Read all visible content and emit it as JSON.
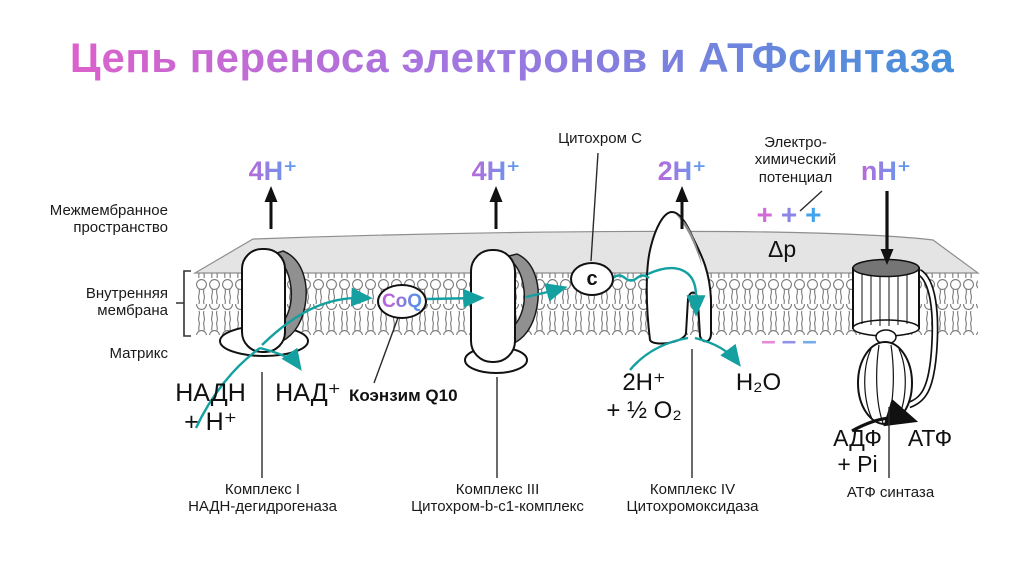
{
  "title": "Цепь переноса электронов и АТФсинтаза",
  "colors": {
    "title_gradient": [
      "#e35ec9",
      "#a276e0",
      "#3c93da"
    ],
    "electron_arrow_teal": "#14a0a1",
    "plus_pink": "#d36ad8",
    "plus_purple": "#8b84e9",
    "plus_blue": "#41a3ee",
    "membrane_gray": "#e4e4e4"
  },
  "membrane_labels": {
    "intermembrane_space": "Межмембранное пространство",
    "inner_membrane": "Внутренняя мембрана",
    "matrix": "Матрикс"
  },
  "proton_flows": {
    "complex1": "4H⁺",
    "complex3": "4H⁺",
    "complex4": "2H⁺",
    "atp_synthase": "nH⁺"
  },
  "cytochrome_c_label": "Цитохром C",
  "potential": {
    "line1": "Электро-",
    "line2": "химический",
    "line3": "потенциал",
    "plus_signs": [
      "+",
      "+",
      "+"
    ],
    "minus_signs": [
      "–",
      "–",
      "–"
    ],
    "delta_p": "Δp"
  },
  "molecules": {
    "nadh_line1": "НАДН",
    "nadh_line2": "+ H⁺",
    "nad": "НАД⁺",
    "coq_badge": "CoQ",
    "coq_label": "Коэнзим Q10",
    "c_badge": "c",
    "oxygen_line1": "2H⁺",
    "oxygen_line2": "+ ½ O₂",
    "water": "H₂O",
    "adp_line1": "АДФ",
    "adp_line2": "+ Pi",
    "atp": "АТФ"
  },
  "complex_labels": {
    "c1_line1": "Комплекс I",
    "c1_line2": "НАДН-дегидрогеназа",
    "c3_line1": "Комплекс III",
    "c3_line2": "Цитохром-b-c1-комплекс",
    "c4_line1": "Комплекс IV",
    "c4_line2": "Цитохромоксидаза",
    "atp_synthase": "АТФ синтаза"
  }
}
